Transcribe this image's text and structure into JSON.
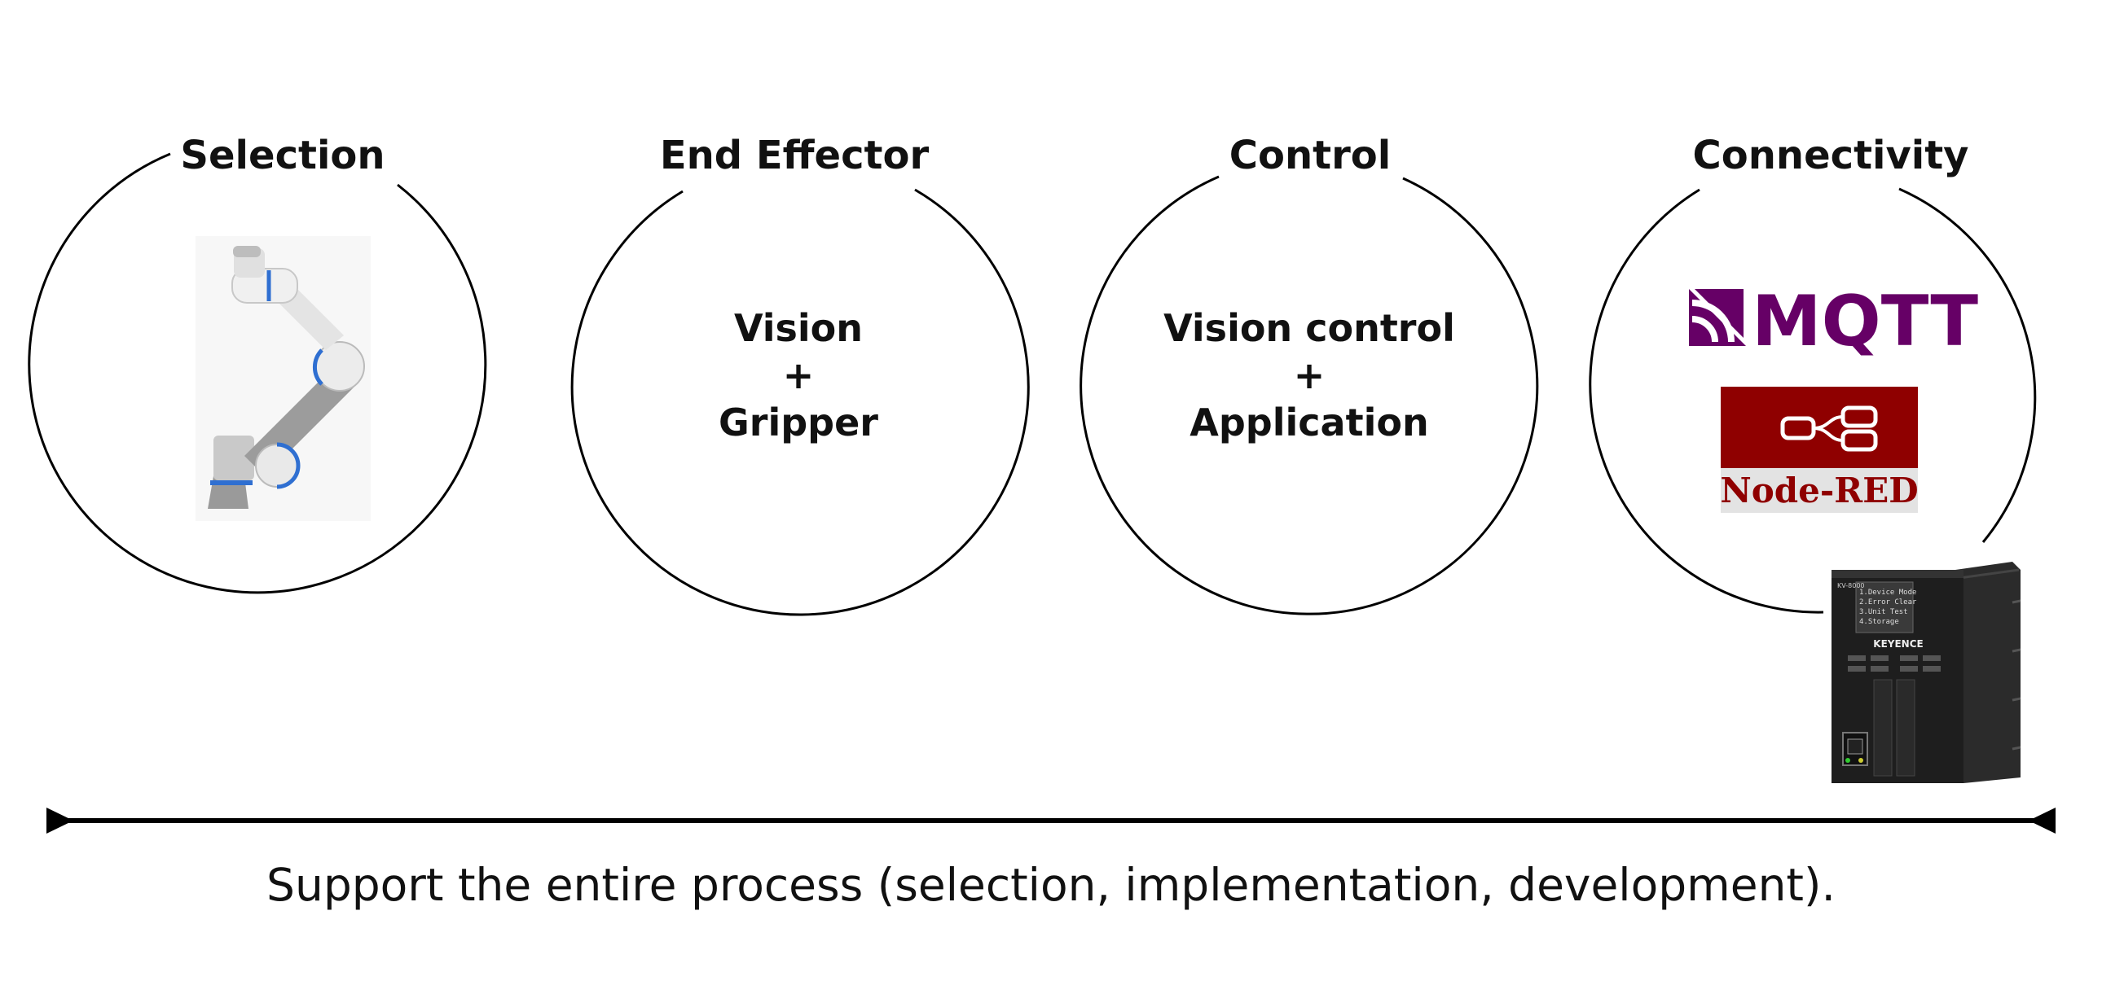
{
  "stages": [
    {
      "title": "Selection"
    },
    {
      "title": "End Effector",
      "lines": [
        "Vision",
        "+",
        "Gripper"
      ]
    },
    {
      "title": "Control",
      "lines": [
        "Vision control",
        "+",
        "Application"
      ]
    },
    {
      "title": "Connectivity"
    }
  ],
  "logos": {
    "mqtt": "MQTT",
    "node_red": "Node-RED"
  },
  "plc": {
    "brand": "KEYENCE",
    "model": "KV-8000",
    "screen_lines": [
      "1.Device Mode",
      "2.Error Clear",
      "3.Unit Test",
      "4.Storage"
    ]
  },
  "caption": "Support the entire process (selection, implementation, development).",
  "colors": {
    "mqtt_purple": "#660066",
    "node_red_bg": "#8f0000",
    "robot_accent": "#2f6fd1"
  }
}
